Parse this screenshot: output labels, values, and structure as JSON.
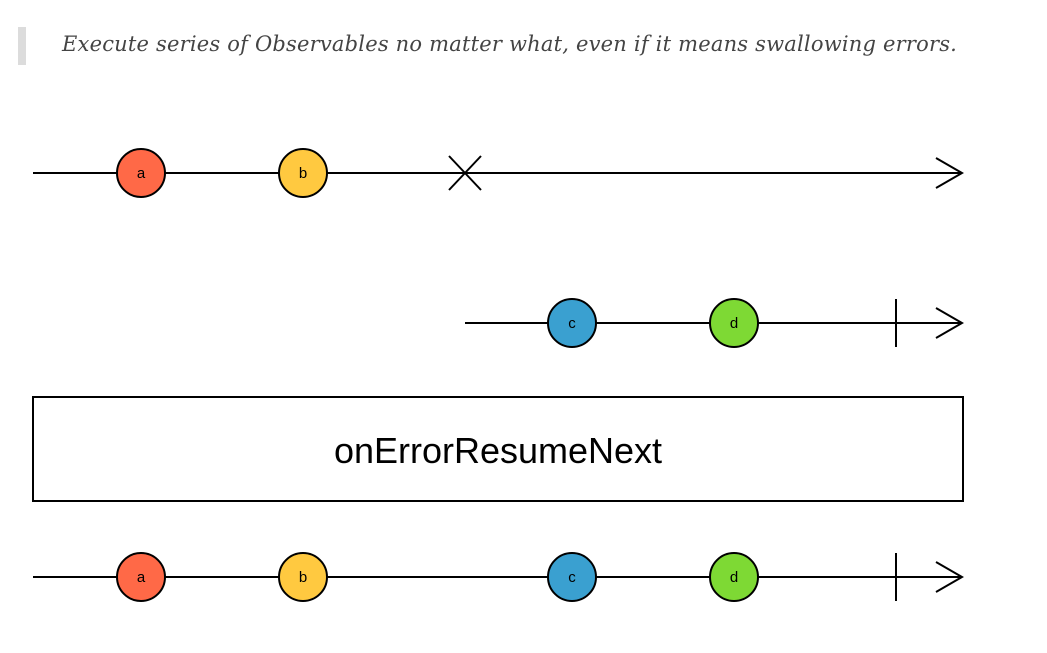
{
  "description": {
    "text": "Execute series of Observables no matter what, even if it means swallowing errors."
  },
  "colors": {
    "a": "#ff6947",
    "b": "#ffc940",
    "c": "#3aa0d0",
    "d": "#7ed934",
    "line": "#000000"
  },
  "operator": {
    "label": "onErrorResumeNext"
  },
  "streams": {
    "source1": {
      "marbles": [
        {
          "label": "a",
          "color_key": "a"
        },
        {
          "label": "b",
          "color_key": "b"
        }
      ],
      "end": "error"
    },
    "source2": {
      "marbles": [
        {
          "label": "c",
          "color_key": "c"
        },
        {
          "label": "d",
          "color_key": "d"
        }
      ],
      "end": "complete"
    },
    "output": {
      "marbles": [
        {
          "label": "a",
          "color_key": "a"
        },
        {
          "label": "b",
          "color_key": "b"
        },
        {
          "label": "c",
          "color_key": "c"
        },
        {
          "label": "d",
          "color_key": "d"
        }
      ],
      "end": "complete"
    }
  }
}
